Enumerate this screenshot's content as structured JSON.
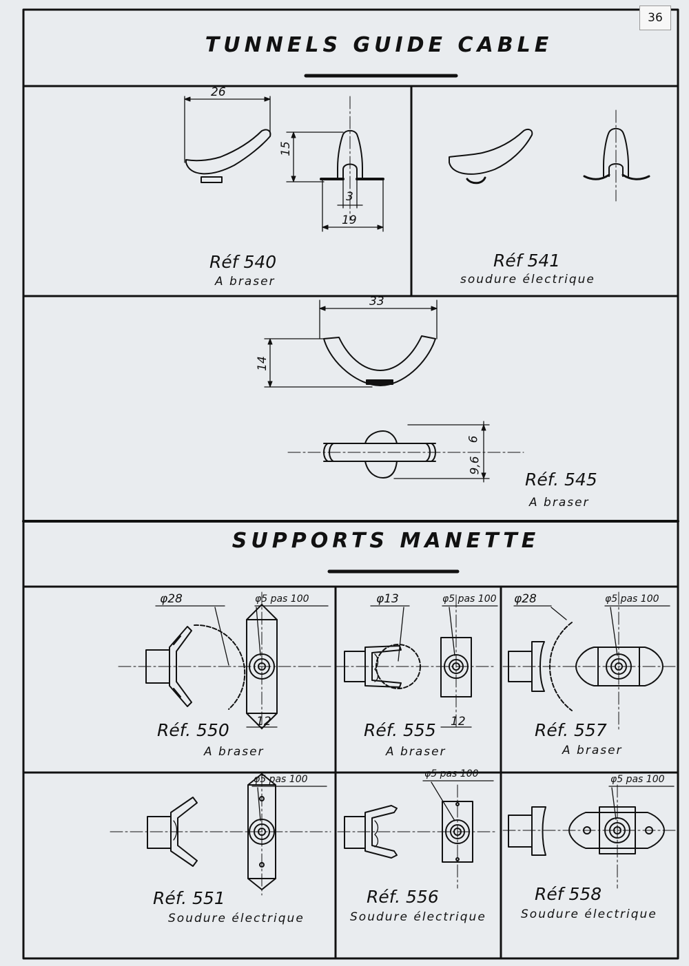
{
  "page_number": "36",
  "section1": {
    "title": "TUNNELS GUIDE CABLE",
    "parts": [
      {
        "ref": "Réf 540",
        "note": "A braser",
        "dims": [
          "26",
          "15",
          "3",
          "19"
        ]
      },
      {
        "ref": "Réf 541",
        "note": "soudure électrique"
      },
      {
        "ref": "Réf. 545",
        "note": "A braser",
        "dims": [
          "33",
          "14",
          "6",
          "9,6"
        ]
      }
    ]
  },
  "section2": {
    "title": "SUPPORTS MANETTE",
    "parts": [
      {
        "ref": "Réf. 550",
        "note": "A braser",
        "dia": "φ28",
        "hole": "φ5 pas 100",
        "width": "12"
      },
      {
        "ref": "Réf. 555",
        "note": "A braser",
        "dia": "φ13",
        "hole": "φ5 pas 100",
        "width": "12"
      },
      {
        "ref": "Réf. 557",
        "note": "A braser",
        "dia": "φ28",
        "hole": "φ5 pas 100"
      },
      {
        "ref": "Réf. 551",
        "note": "Soudure électrique",
        "hole": "φ5 pas 100"
      },
      {
        "ref": "Réf. 556",
        "note": "Soudure électrique",
        "hole": "φ5 pas 100"
      },
      {
        "ref": "Réf 558",
        "note": "Soudure électrique",
        "hole": "φ5 pas 100"
      }
    ]
  },
  "colors": {
    "paper": "#e9ecef",
    "ink": "#111111"
  }
}
